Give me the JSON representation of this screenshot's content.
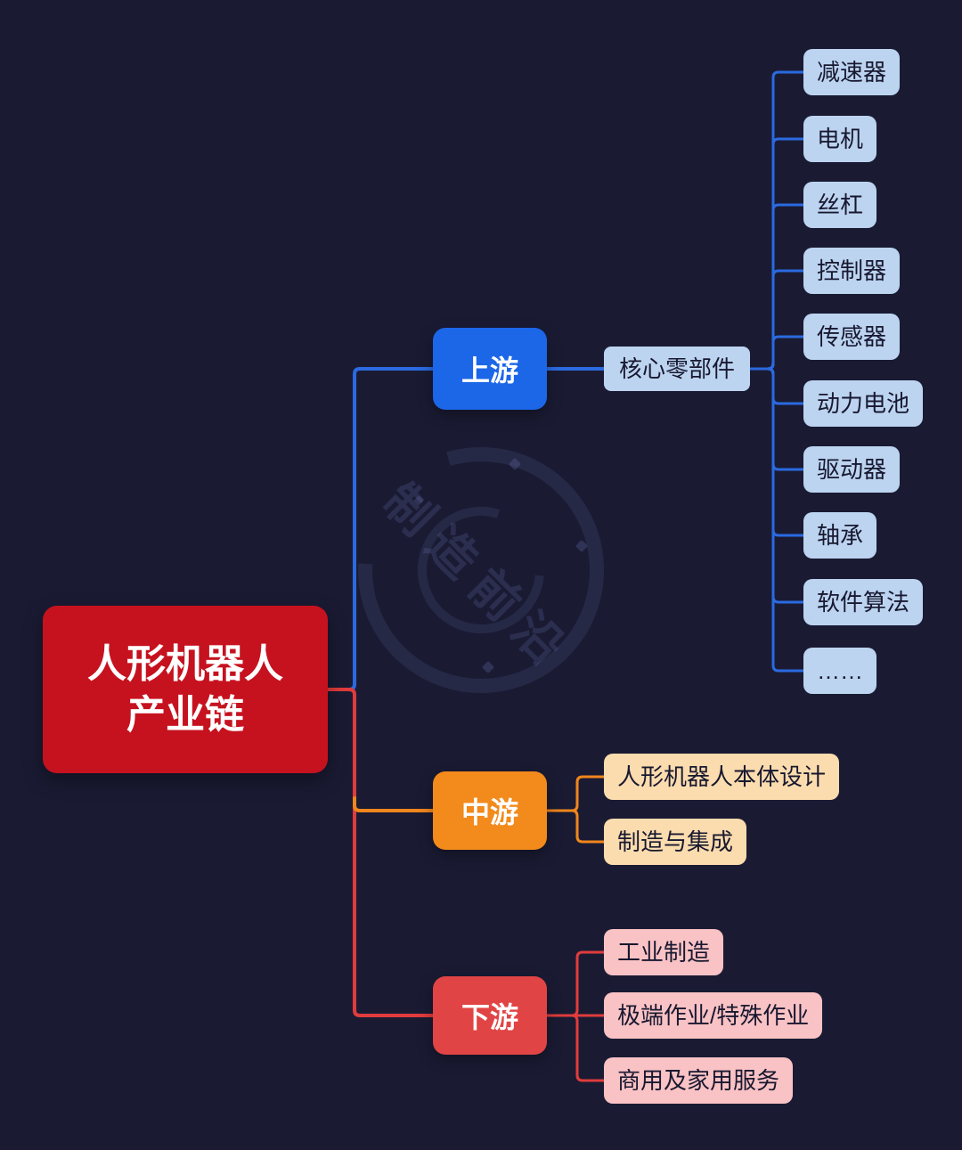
{
  "title": "人形机器人产业链",
  "root": {
    "line1": "人形机器人",
    "line2": "产业链"
  },
  "watermark": {
    "text": "制造前沿"
  },
  "colors": {
    "background": "#1a1b33",
    "root_red": "#c6121f",
    "upstream_blue": "#1c66e8",
    "upstream_light_blue": "#bcd4f0",
    "midstream_orange": "#f28a1c",
    "midstream_light_orange": "#fbdcae",
    "downstream_red": "#e14444",
    "downstream_light_pink": "#f9c2c4",
    "line_blue": "#2b6ae0",
    "line_orange": "#f0861c",
    "line_red": "#e03c3c"
  },
  "upstream": {
    "label": "上游",
    "group": "核心零部件",
    "children": [
      "减速器",
      "电机",
      "丝杠",
      "控制器",
      "传感器",
      "动力电池",
      "驱动器",
      "轴承",
      "软件算法",
      "……"
    ]
  },
  "midstream": {
    "label": "中游",
    "children": [
      "人形机器人本体设计",
      "制造与集成"
    ]
  },
  "downstream": {
    "label": "下游",
    "children": [
      "工业制造",
      "极端作业/特殊作业",
      "商用及家用服务"
    ]
  }
}
